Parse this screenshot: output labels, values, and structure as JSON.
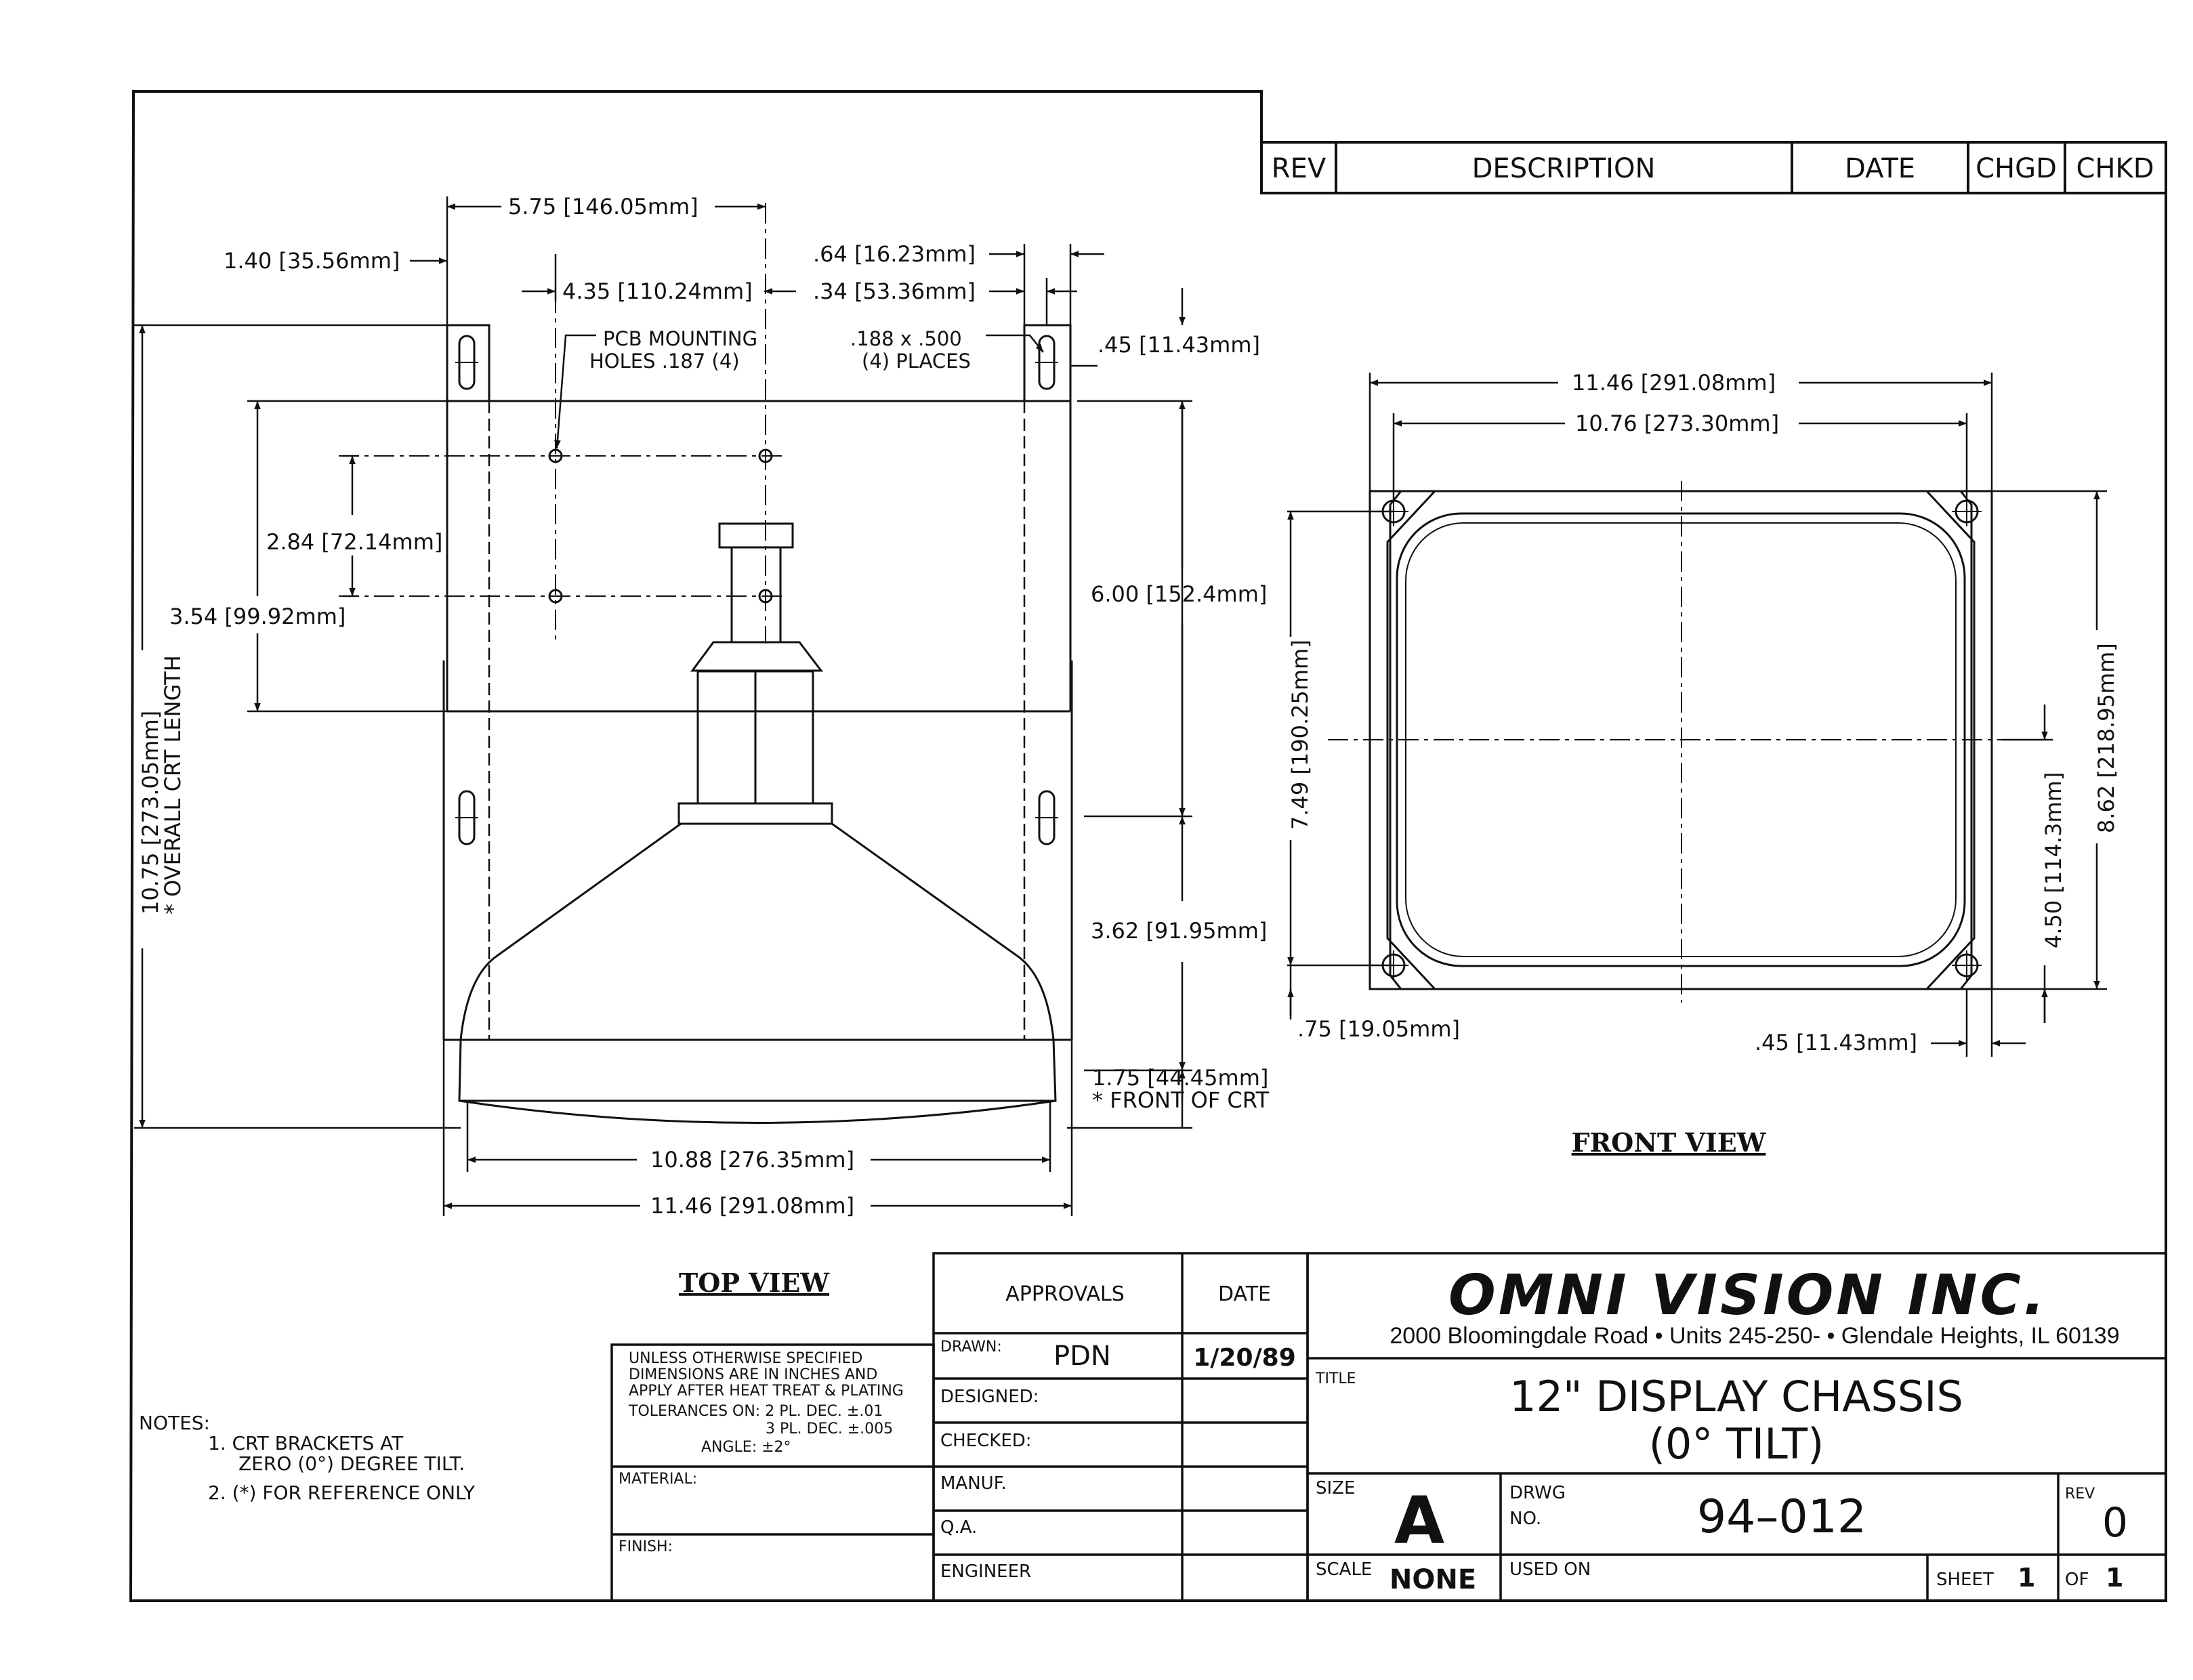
{
  "revision_block": {
    "headers": [
      "REV",
      "DESCRIPTION",
      "DATE",
      "CHGD",
      "CHKD"
    ]
  },
  "top_view": {
    "label": "TOP VIEW",
    "dims": {
      "d1": "5.75 [146.05mm]",
      "d2": "1.40 [35.56mm]",
      "d3": "4.35 [110.24mm]",
      "d4": ".64 [16.23mm]",
      "d5": ".34 [53.36mm]",
      "d6": ".45 [11.43mm]",
      "d7": "2.84 [72.14mm]",
      "d8": "3.54 [99.92mm]",
      "d9": "6.00 [152.4mm]",
      "d10": "3.62 [91.95mm]",
      "d11a": "1.75 [44.45mm]",
      "d11b": "* FRONT OF CRT",
      "d12": "10.88 [276.35mm]",
      "d13": "11.46 [291.08mm]",
      "d14a": "10.75 [273.05mm]",
      "d14b": "* OVERALL CRT LENGTH"
    },
    "notes": {
      "pcb1": "PCB MOUNTING",
      "pcb2": "HOLES .187 (4)",
      "slot1": ".188 x .500",
      "slot2": "(4) PLACES"
    }
  },
  "front_view": {
    "label": "FRONT VIEW",
    "dims": {
      "f1": "11.46 [291.08mm]",
      "f2": "10.76 [273.30mm]",
      "f3": "7.49 [190.25mm]",
      "f4": "4.50 [114.3mm]",
      "f5": "8.62 [218.95mm]",
      "f6": ".75 [19.05mm]",
      "f7": ".45 [11.43mm]"
    }
  },
  "notes": {
    "title": "NOTES:",
    "n1a": "1.  CRT BRACKETS AT",
    "n1b": "ZERO (0°) DEGREE TILT.",
    "n2": "2.  (*) FOR REFERENCE ONLY"
  },
  "tolerance": {
    "l1": "UNLESS OTHERWISE SPECIFIED",
    "l2": "DIMENSIONS ARE IN INCHES AND",
    "l3": "APPLY AFTER HEAT TREAT & PLATING",
    "l4": "TOLERANCES ON:  2 PL. DEC. ±.01",
    "l5": "3 PL. DEC. ±.005",
    "l6": "ANGLE:  ±2°",
    "material": "MATERIAL:",
    "finish": "FINISH:"
  },
  "approvals": {
    "header": "APPROVALS",
    "date_header": "DATE",
    "drawn": "DRAWN:",
    "drawn_by": "PDN",
    "drawn_date": "1/20/89",
    "designed": "DESIGNED:",
    "checked": "CHECKED:",
    "manuf": "MANUF.",
    "qa": "Q.A.",
    "engineer": "ENGINEER"
  },
  "title_block": {
    "company": "OMNI VISION INC.",
    "address": "2000 Bloomingdale Road • Units 245-250- • Glendale Heights, IL 60139",
    "title_label": "TITLE",
    "title_l1": "12\"  DISPLAY  CHASSIS",
    "title_l2": "(0°  TILT)",
    "size_label": "SIZE",
    "size": "A",
    "drwg_label": "DRWG",
    "no_label": "NO.",
    "drwg_no": "94–012",
    "rev_label": "REV",
    "rev": "0",
    "scale_label": "SCALE",
    "scale": "NONE",
    "used_on": "USED ON",
    "sheet_label": "SHEET",
    "sheet": "1",
    "of_label": "OF",
    "of": "1"
  }
}
